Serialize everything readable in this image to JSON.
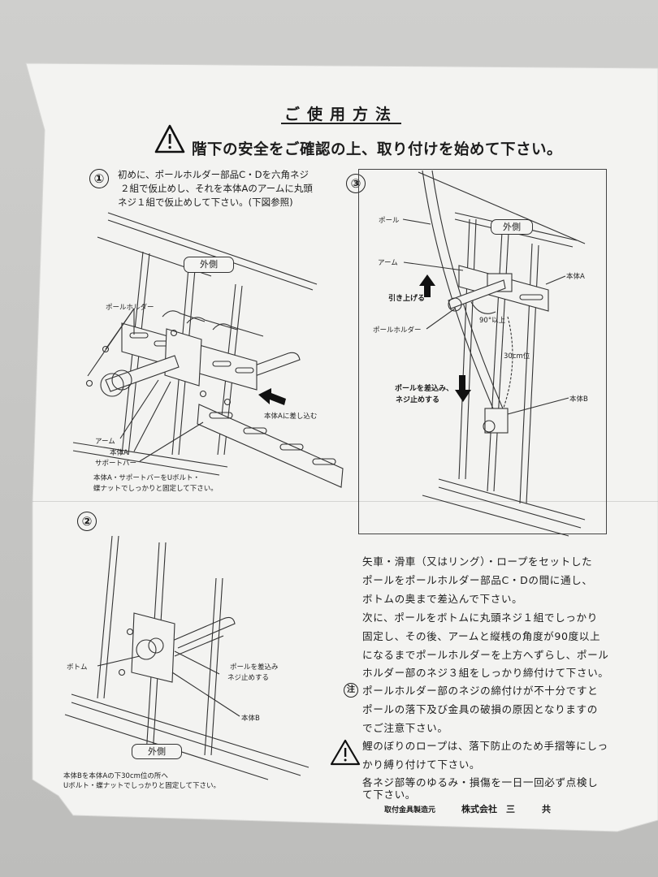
{
  "doc": {
    "title": "ご使用方法",
    "headline": "階下の安全をご確認の上、取り付けを始めて下さい。"
  },
  "steps": {
    "s1": {
      "num": "①",
      "text_lines": [
        "初めに、ポールホルダー部品C・Dを六角ネジ",
        "２組で仮止めし、それを本体Aのアームに丸頭",
        "ネジ１組で仮止めして下さい。(下図参照)"
      ],
      "labels": {
        "outside": "外側",
        "pole_holder": "ポールホルダー",
        "insert": "本体Aに差し込む",
        "arm": "アーム",
        "body_a": "本体A",
        "support_bar": "サポートバー"
      },
      "note_lines": [
        "本体A・サポートバーをUボルト・",
        "蝶ナットでしっかりと固定して下さい。"
      ]
    },
    "s2": {
      "num": "②",
      "labels": {
        "bottom": "ボトム",
        "insert_pole": "ポールを差込み",
        "screw_stop": "ネジ止めする",
        "body_b": "本体B",
        "outside": "外側"
      },
      "note_lines": [
        "本体Bを本体Aの下30cm位の所へ",
        "Uボルト・蝶ナットでしっかりと固定して下さい。"
      ]
    },
    "s3": {
      "num": "③",
      "labels": {
        "pole": "ポール",
        "outside": "外側",
        "arm": "アーム",
        "body_a": "本体A",
        "pull_up": "引き上げる",
        "angle": "90°以上",
        "pole_holder": "ポールホルダー",
        "distance": "30cm位",
        "insert_pole": "ポールを差込み、",
        "screw_stop": "ネジ止めする",
        "body_b": "本体B"
      }
    }
  },
  "instructions": {
    "lines": [
      "矢車・滑車（又はリング）・ロープをセットした",
      "ポールをポールホルダー部品C・Dの間に通し、",
      "ボトムの奥まで差込んで下さい。",
      "次に、ポールをボトムに丸頭ネジ１組でしっかり",
      "固定し、その後、アームと縦桟の角度が90度以上",
      "になるまでポールホルダーを上方へずらし、ポール",
      "ホルダー部のネジ３組をしっかり締付けて下さい。"
    ],
    "caution_symbol": "注",
    "caution_lines": [
      "ポールホルダー部のネジの締付けが不十分ですと",
      "ポールの落下及び金具の破損の原因となりますの",
      "でご注意下さい。"
    ],
    "warning_lines": [
      "鯉のぼりのロープは、落下防止のため手摺等にしっ",
      "かり縛り付けて下さい。"
    ],
    "extra_lines": [
      "各ネジ部等のゆるみ・損傷を一日一回必ず点検し",
      "て下さい。"
    ]
  },
  "footer": {
    "maker_label": "取付金具製造元",
    "company": "株式会社　三　　　共"
  },
  "icons": [
    "warning-triangle-icon",
    "arrow-up-icon",
    "arrow-down-icon",
    "arrow-left-icon",
    "caution-circle-icon"
  ]
}
